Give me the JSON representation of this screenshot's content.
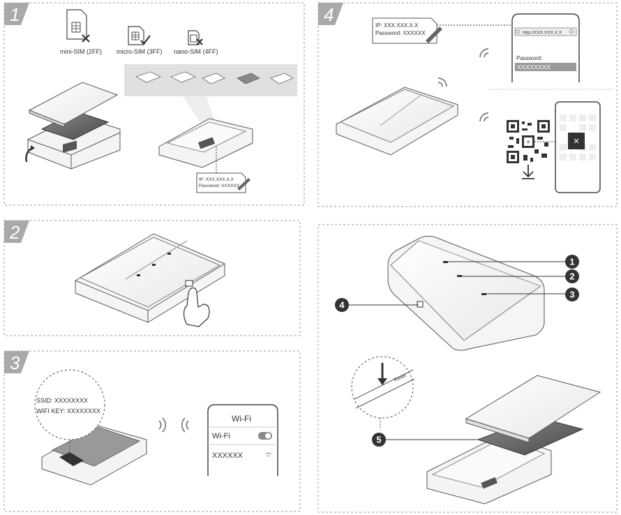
{
  "steps": [
    "1",
    "2",
    "3",
    "4"
  ],
  "sim_types": [
    {
      "label": "mini-SIM (2FF)",
      "status": "incompatible"
    },
    {
      "label": "micro-SIM (3FF)",
      "status": "compatible"
    },
    {
      "label": "nano-SIM (4FF)",
      "status": "incompatible"
    }
  ],
  "label_card": {
    "ip": "IP: XXX.XXX.X.X",
    "password": "Password: XXXXXX"
  },
  "step3": {
    "ssid": "SSID: XXXXXXXX",
    "wifi_key": "WIFI KEY: XXXXXXXX",
    "phone_title": "Wi-Fi",
    "toggle_label": "Wi-Fi",
    "network_name": "XXXXXX"
  },
  "step4": {
    "url": "http://XXX.XXX.X.X",
    "password_label": "Password:",
    "password_value": "XXXXXXXX"
  },
  "callouts": [
    "1",
    "2",
    "3",
    "4",
    "5"
  ],
  "reset_label": "Reset"
}
